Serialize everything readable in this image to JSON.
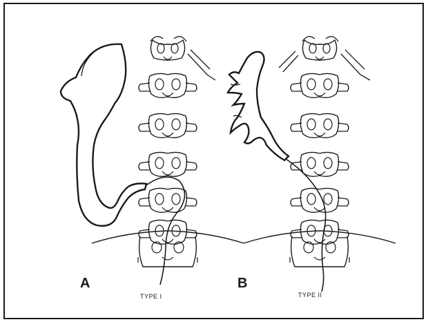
{
  "figure": {
    "panels": [
      {
        "letter": "A",
        "type_label": "TYPE I"
      },
      {
        "letter": "B",
        "type_label": "TYPE II"
      }
    ],
    "ink_color": "#1a1a1a",
    "background_color": "#ffffff"
  }
}
